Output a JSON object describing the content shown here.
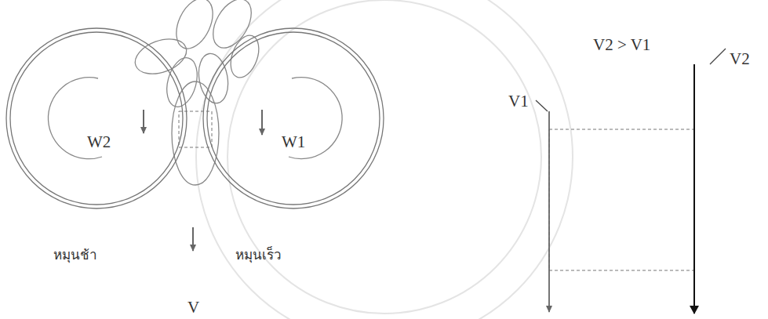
{
  "diagram": {
    "nodes": [
      {
        "text": [
          "W2"
        ]
      },
      {
        "text": [
          "W1"
        ]
      }
    ],
    "labels": [
      "หมุนช้า",
      "V",
      "หมุนเร็ว",
      "V1",
      "V2 > V1",
      "V2"
    ]
  }
}
